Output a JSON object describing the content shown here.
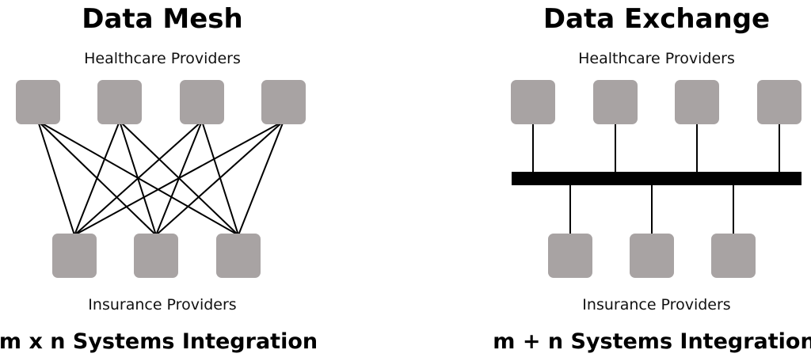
{
  "colors": {
    "node_fill": "#a8a3a3",
    "line": "#000000",
    "text": "#000000"
  },
  "mesh": {
    "title": "Data Mesh",
    "top_label": "Healthcare Providers",
    "bottom_label": "Insurance Providers",
    "formula": "m x n  Systems Integration",
    "top_count": 4,
    "bottom_count": 3
  },
  "exchange": {
    "title": "Data Exchange",
    "top_label": "Healthcare Providers",
    "bottom_label": "Insurance Providers",
    "formula": "m + n Systems Integration",
    "top_count": 4,
    "bottom_count": 3
  }
}
